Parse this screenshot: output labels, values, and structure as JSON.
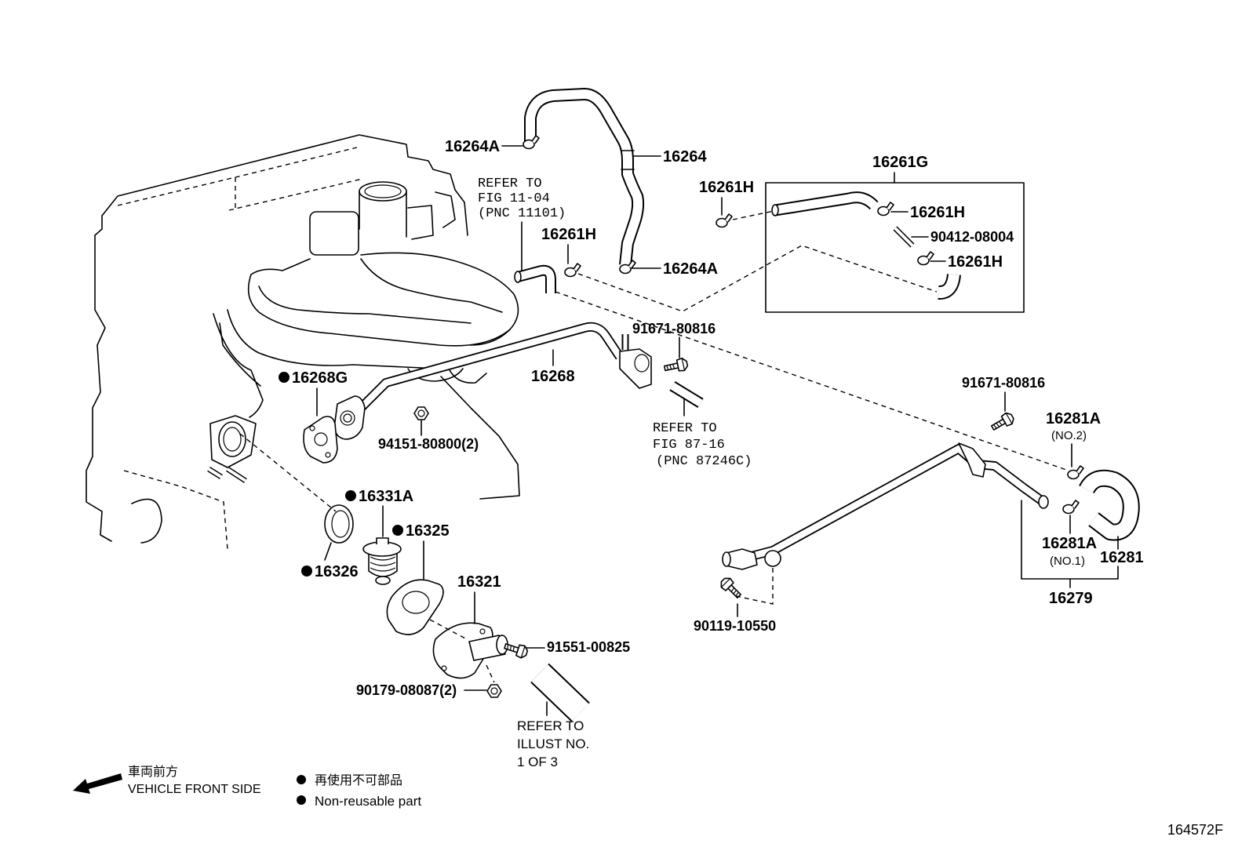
{
  "figure_code": "164572F",
  "labels": {
    "p16264A_top": "16264A",
    "p16264": "16264",
    "p16261G": "16261G",
    "p16261H_left": "16261H",
    "p16261H_box_top": "16261H",
    "p90412": "90412-08004",
    "p16261H_mid": "16261H",
    "p16261H_box_bottom": "16261H",
    "p16264A_bottom": "16264A",
    "p91671_left": "91671-80816",
    "p16268G": "16268G",
    "p16268": "16268",
    "p91671_right": "91671-80816",
    "p16281A_no2": "16281A",
    "p16281A_no2_sub": "(NO.2)",
    "p94151": "94151-80800(2)",
    "p16331A": "16331A",
    "p16325": "16325",
    "p16281A_no1": "16281A",
    "p16281A_no1_sub": "(NO.1)",
    "p16281": "16281",
    "p16326": "16326",
    "p16321": "16321",
    "p16279": "16279",
    "p90119": "90119-10550",
    "p91551": "91551-00825",
    "p90179": "90179-08087(2)"
  },
  "refs": {
    "fig_11_04": [
      "REFER TO",
      "FIG 11-04",
      "(PNC 11101)"
    ],
    "fig_87_16": [
      "REFER TO",
      "FIG 87-16",
      "(PNC 87246C)"
    ],
    "illust": [
      "REFER TO",
      "ILLUST NO.",
      "1 OF 3"
    ]
  },
  "legend": {
    "front_jp": "車両前方",
    "front_en": "VEHICLE FRONT SIDE",
    "nonreusable_jp": "再使用不可部品",
    "nonreusable_en": "Non-reusable part",
    "marker_icon": "filled-circle",
    "arrow_icon": "arrow-left-icon"
  },
  "colors": {
    "line": "#000000",
    "background": "#ffffff"
  }
}
